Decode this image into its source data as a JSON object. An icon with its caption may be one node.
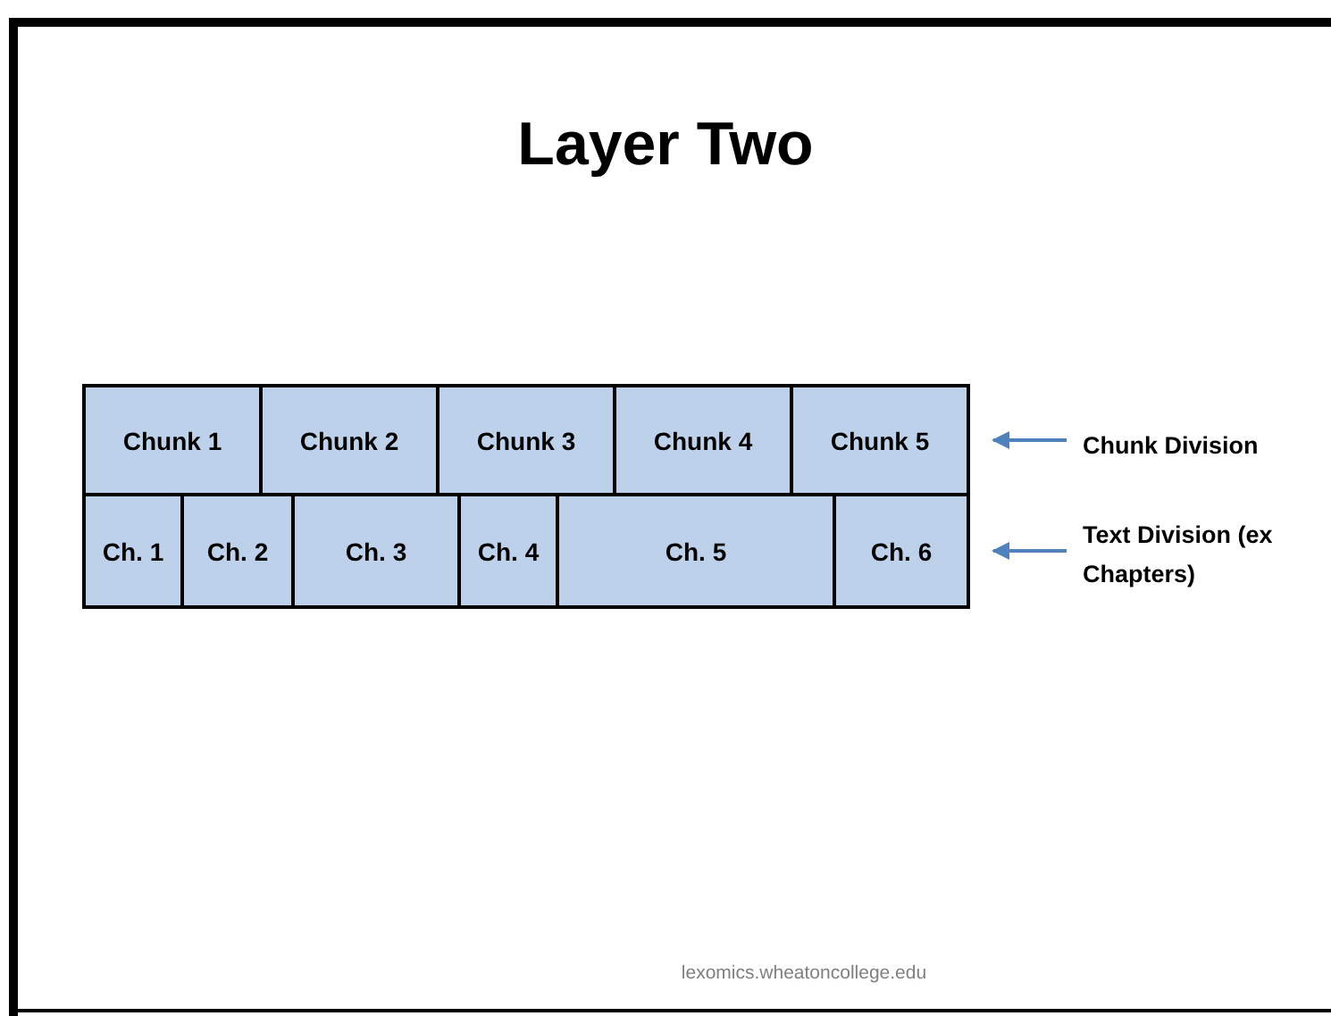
{
  "diagram": {
    "title": "Layer Two",
    "nodes": [
      {
        "text": [
          "Chunk 1"
        ]
      },
      {
        "text": [
          "Chunk 2"
        ]
      },
      {
        "text": [
          "Chunk 3"
        ]
      },
      {
        "text": [
          "Chunk 4"
        ]
      },
      {
        "text": [
          "Chunk 5"
        ]
      },
      {
        "text": [
          "Ch. 1"
        ]
      },
      {
        "text": [
          "Ch. 2"
        ]
      },
      {
        "text": [
          "Ch. 3"
        ]
      },
      {
        "text": [
          "Ch. 4"
        ]
      },
      {
        "text": [
          "Ch. 5"
        ]
      },
      {
        "text": [
          "Ch. 6"
        ]
      },
      {
        "text": [
          "Chunk Division"
        ]
      },
      {
        "text": [
          "Text Division (ex Chapters)"
        ]
      }
    ],
    "edges": [
      {
        "from": 11,
        "to": 4,
        "arrow": "to"
      },
      {
        "from": 12,
        "to": 10,
        "arrow": "to"
      }
    ],
    "labels": [
      "lexomics.wheatoncollege.edu"
    ]
  }
}
